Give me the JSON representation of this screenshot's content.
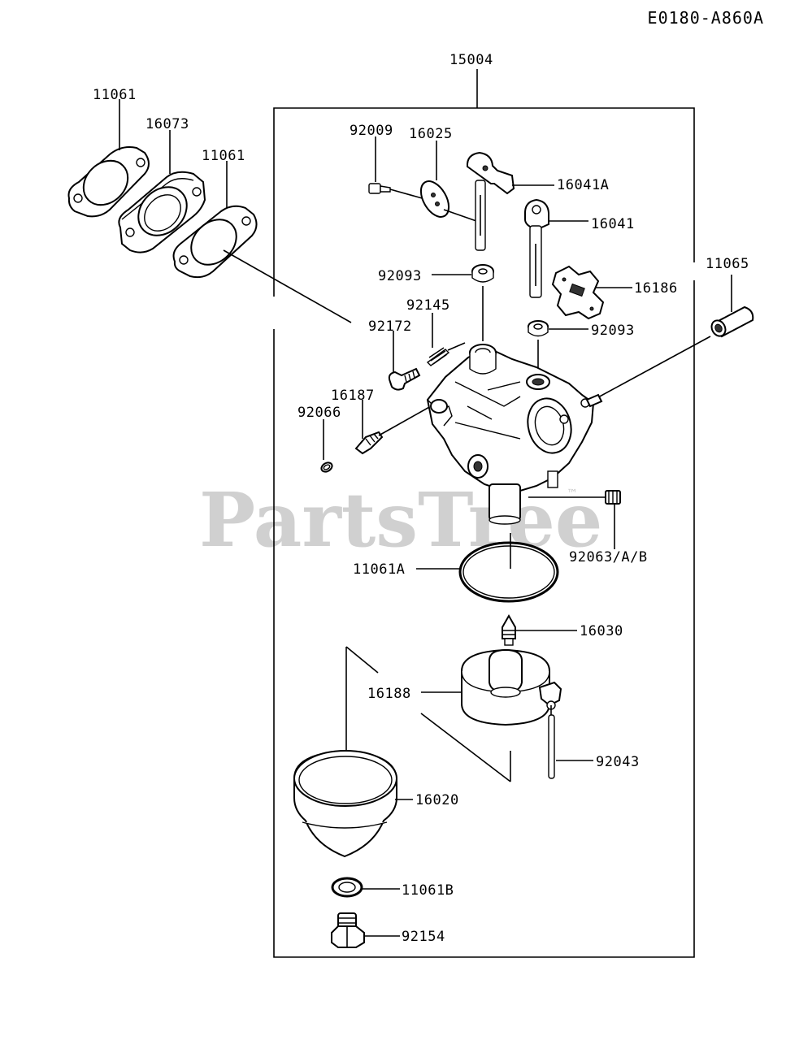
{
  "reference_code": "E0180-A860A",
  "watermark": {
    "text": "PartsTree",
    "trademark": "™"
  },
  "callouts": {
    "c15004": "15004",
    "c11061_top": "11061",
    "c16073": "16073",
    "c11061_right": "11061",
    "c92009": "92009",
    "c16025": "16025",
    "c16041A": "16041A",
    "c16041": "16041",
    "c11065": "11065",
    "c92093_top": "92093",
    "c16186": "16186",
    "c92145": "92145",
    "c92172": "92172",
    "c92093_right": "92093",
    "c16187": "16187",
    "c92066": "92066",
    "c92063": "92063/A/B",
    "c11061A": "11061A",
    "c16030": "16030",
    "c16188": "16188",
    "c92043": "92043",
    "c16020": "16020",
    "c11061B": "11061B",
    "c92154": "92154"
  }
}
